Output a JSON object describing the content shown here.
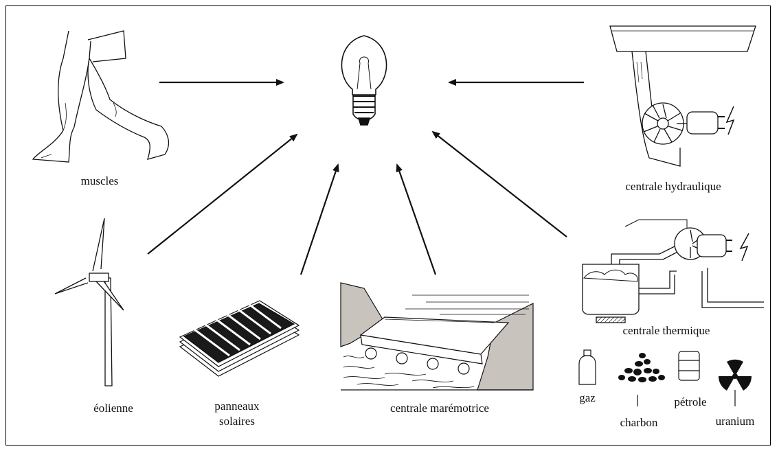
{
  "labels": {
    "muscles": "muscles",
    "eolienne": "éolienne",
    "panneaux_line1": "panneaux",
    "panneaux_line2": "solaires",
    "maremotrice": "centrale marémotrice",
    "hydraulique": "centrale hydraulique",
    "thermique": "centrale thermique",
    "gaz": "gaz",
    "charbon": "charbon",
    "petrole": "pétrole",
    "uranium": "uranium"
  },
  "colors": {
    "ink": "#111111",
    "rock": "#c8c3bc",
    "panel_dark": "#1a1a1a"
  },
  "icons": [
    "light-bulb-icon",
    "running-legs-icon",
    "wind-turbine-icon",
    "solar-panel-icon",
    "tidal-plant-icon",
    "hydro-plant-icon",
    "thermal-plant-icon",
    "gas-bottle-icon",
    "coal-pile-icon",
    "oil-barrel-icon",
    "radiation-icon"
  ]
}
